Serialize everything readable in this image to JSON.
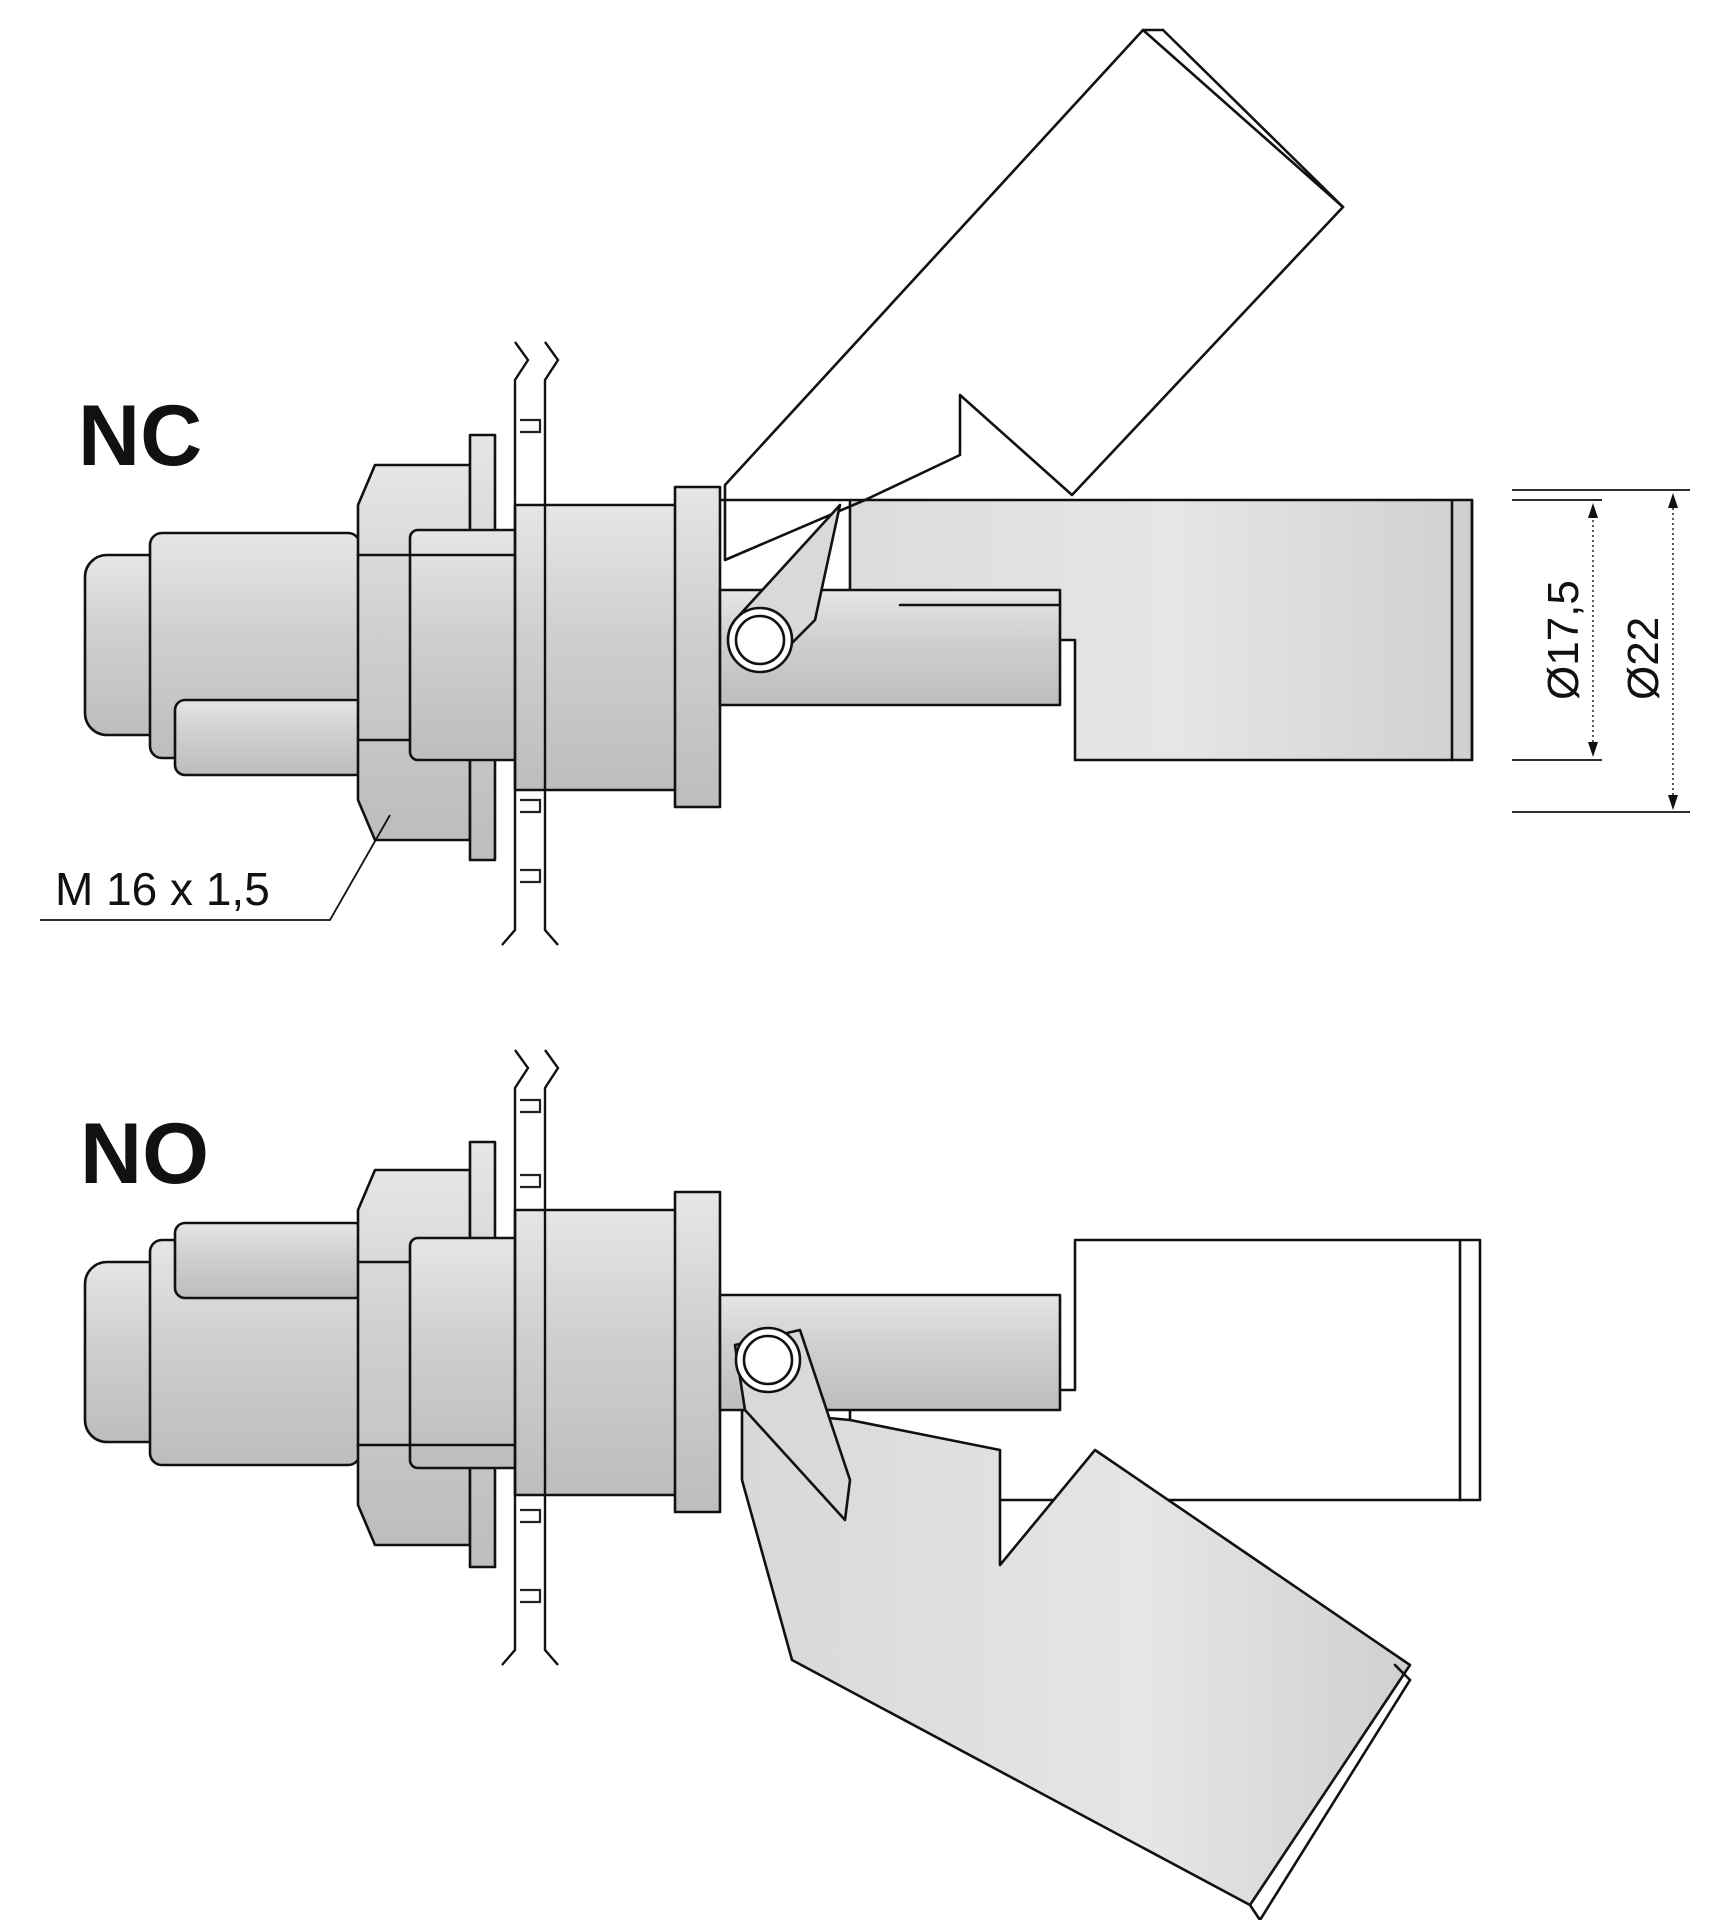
{
  "labels": {
    "nc": "NC",
    "no": "NO",
    "thread": "M 16 x 1,5",
    "dim_inner": "Ø17,5",
    "dim_outer": "Ø22"
  },
  "colors": {
    "line": "#111111",
    "body_fill": "#d2d2d2",
    "float_fill": "#e1e1e1",
    "background": "#ffffff"
  }
}
